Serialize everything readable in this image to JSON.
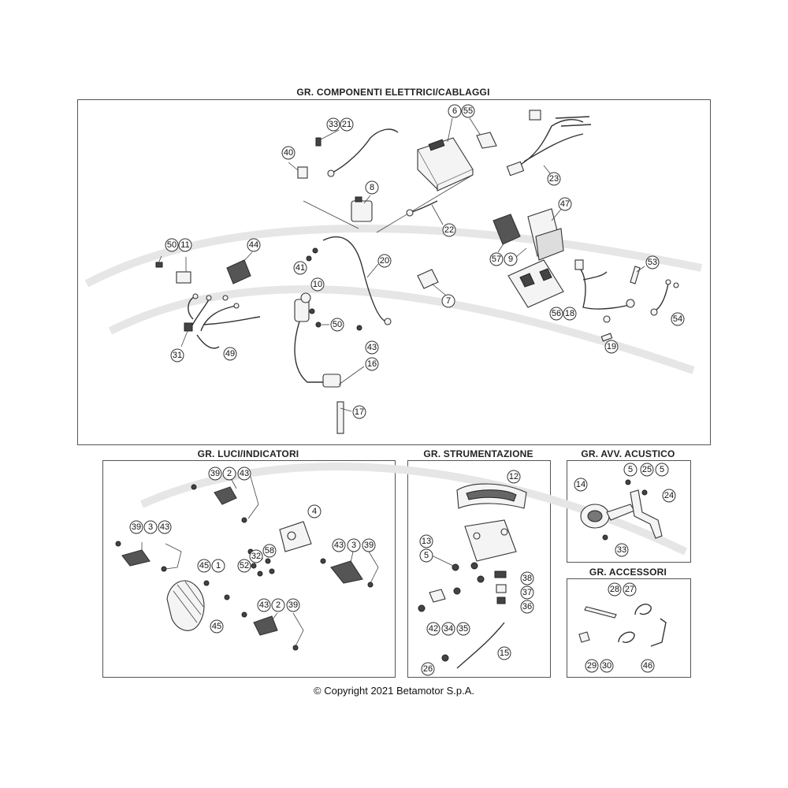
{
  "groups": {
    "main": {
      "title": "GR. COMPONENTI ELETTRICI/CABLAGGI"
    },
    "luci": {
      "title": "GR. LUCI/INDICATORI"
    },
    "strumentazione": {
      "title": "GR. STRUMENTAZIONE"
    },
    "avv_acustico": {
      "title": "GR. AVV. ACUSTICO"
    },
    "accessori": {
      "title": "GR. ACCESSORI"
    }
  },
  "callouts": {
    "main": [
      "33",
      "21",
      "6",
      "55",
      "40",
      "23",
      "8",
      "22",
      "47",
      "50",
      "11",
      "44",
      "57",
      "9",
      "41",
      "20",
      "53",
      "10",
      "7",
      "56",
      "18",
      "54",
      "50",
      "19",
      "31",
      "49",
      "43",
      "16",
      "17"
    ],
    "luci": [
      "39",
      "2",
      "43",
      "4",
      "39",
      "3",
      "43",
      "58",
      "43",
      "3",
      "39",
      "45",
      "1",
      "52",
      "32",
      "45",
      "43",
      "2",
      "39"
    ],
    "strumentazione": [
      "12",
      "13",
      "5",
      "38",
      "37",
      "36",
      "42",
      "34",
      "35",
      "15",
      "26"
    ],
    "avv_acustico": [
      "5",
      "25",
      "5",
      "14",
      "24",
      "33"
    ],
    "accessori": [
      "28",
      "27",
      "29",
      "30",
      "46"
    ]
  },
  "copyright": "© Copyright 2021 Betamotor S.p.A."
}
